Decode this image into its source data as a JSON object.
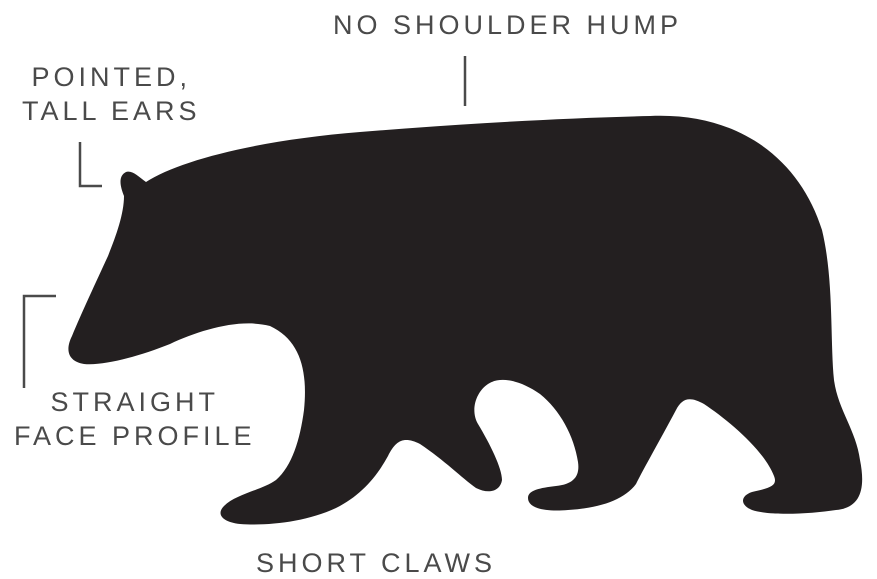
{
  "labels": {
    "shoulder": "NO SHOULDER HUMP",
    "ears_line1": "POINTED,",
    "ears_line2": "TALL EARS",
    "face_line1": "STRAIGHT",
    "face_line2": "FACE PROFILE",
    "claws": "SHORT CLAWS"
  },
  "colors": {
    "silhouette": "#231f20",
    "text": "#4a4a4a",
    "leader": "#4a4a4a"
  }
}
